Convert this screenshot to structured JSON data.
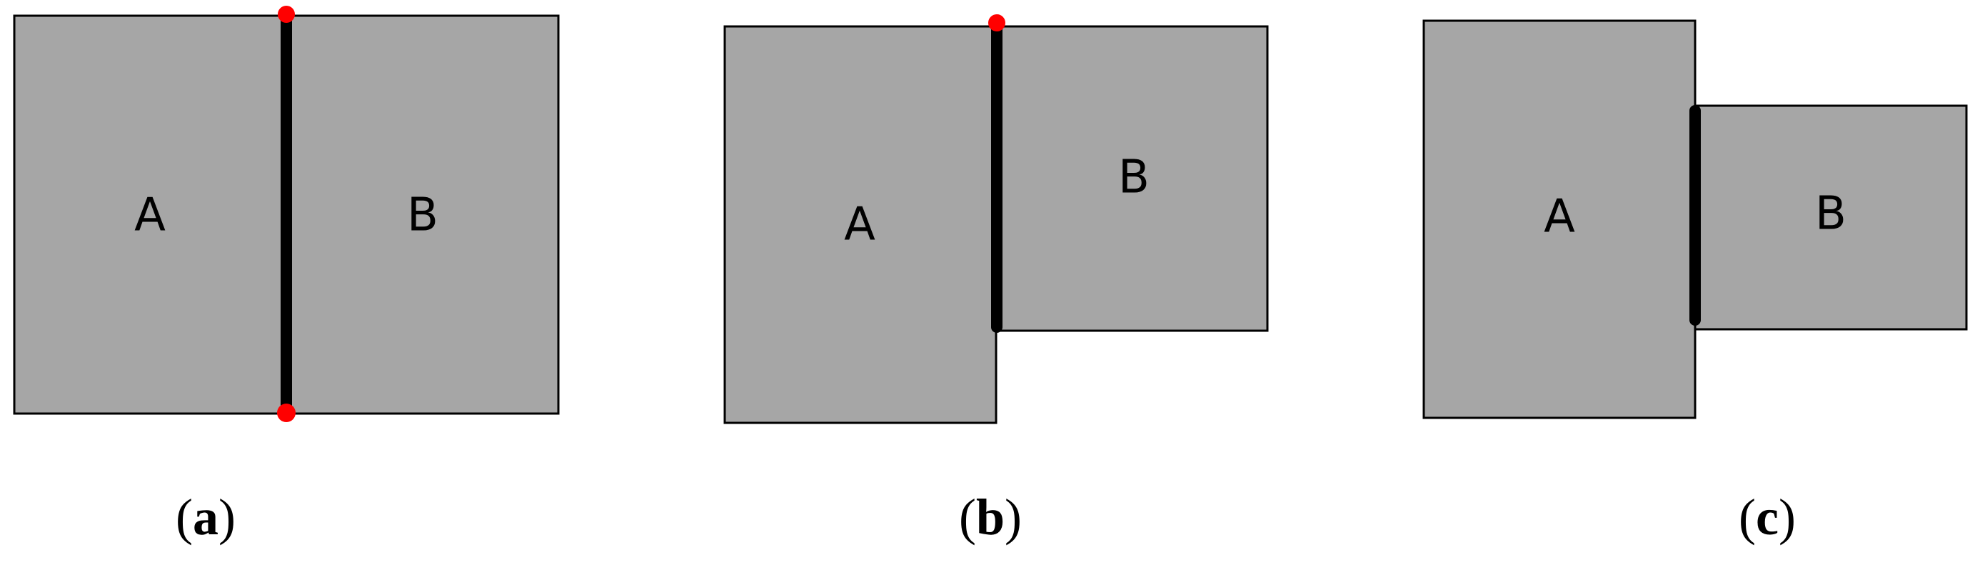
{
  "panels": [
    {
      "caption_letter": "a",
      "block_a_label": "A",
      "block_b_label": "B"
    },
    {
      "caption_letter": "b",
      "block_a_label": "A",
      "block_b_label": "B"
    },
    {
      "caption_letter": "c",
      "block_a_label": "A",
      "block_b_label": "B"
    }
  ],
  "colors": {
    "block_fill": "#a6a6a6",
    "shared_edge": "#000000",
    "edge_endpoint_marker": "#ff0000"
  }
}
